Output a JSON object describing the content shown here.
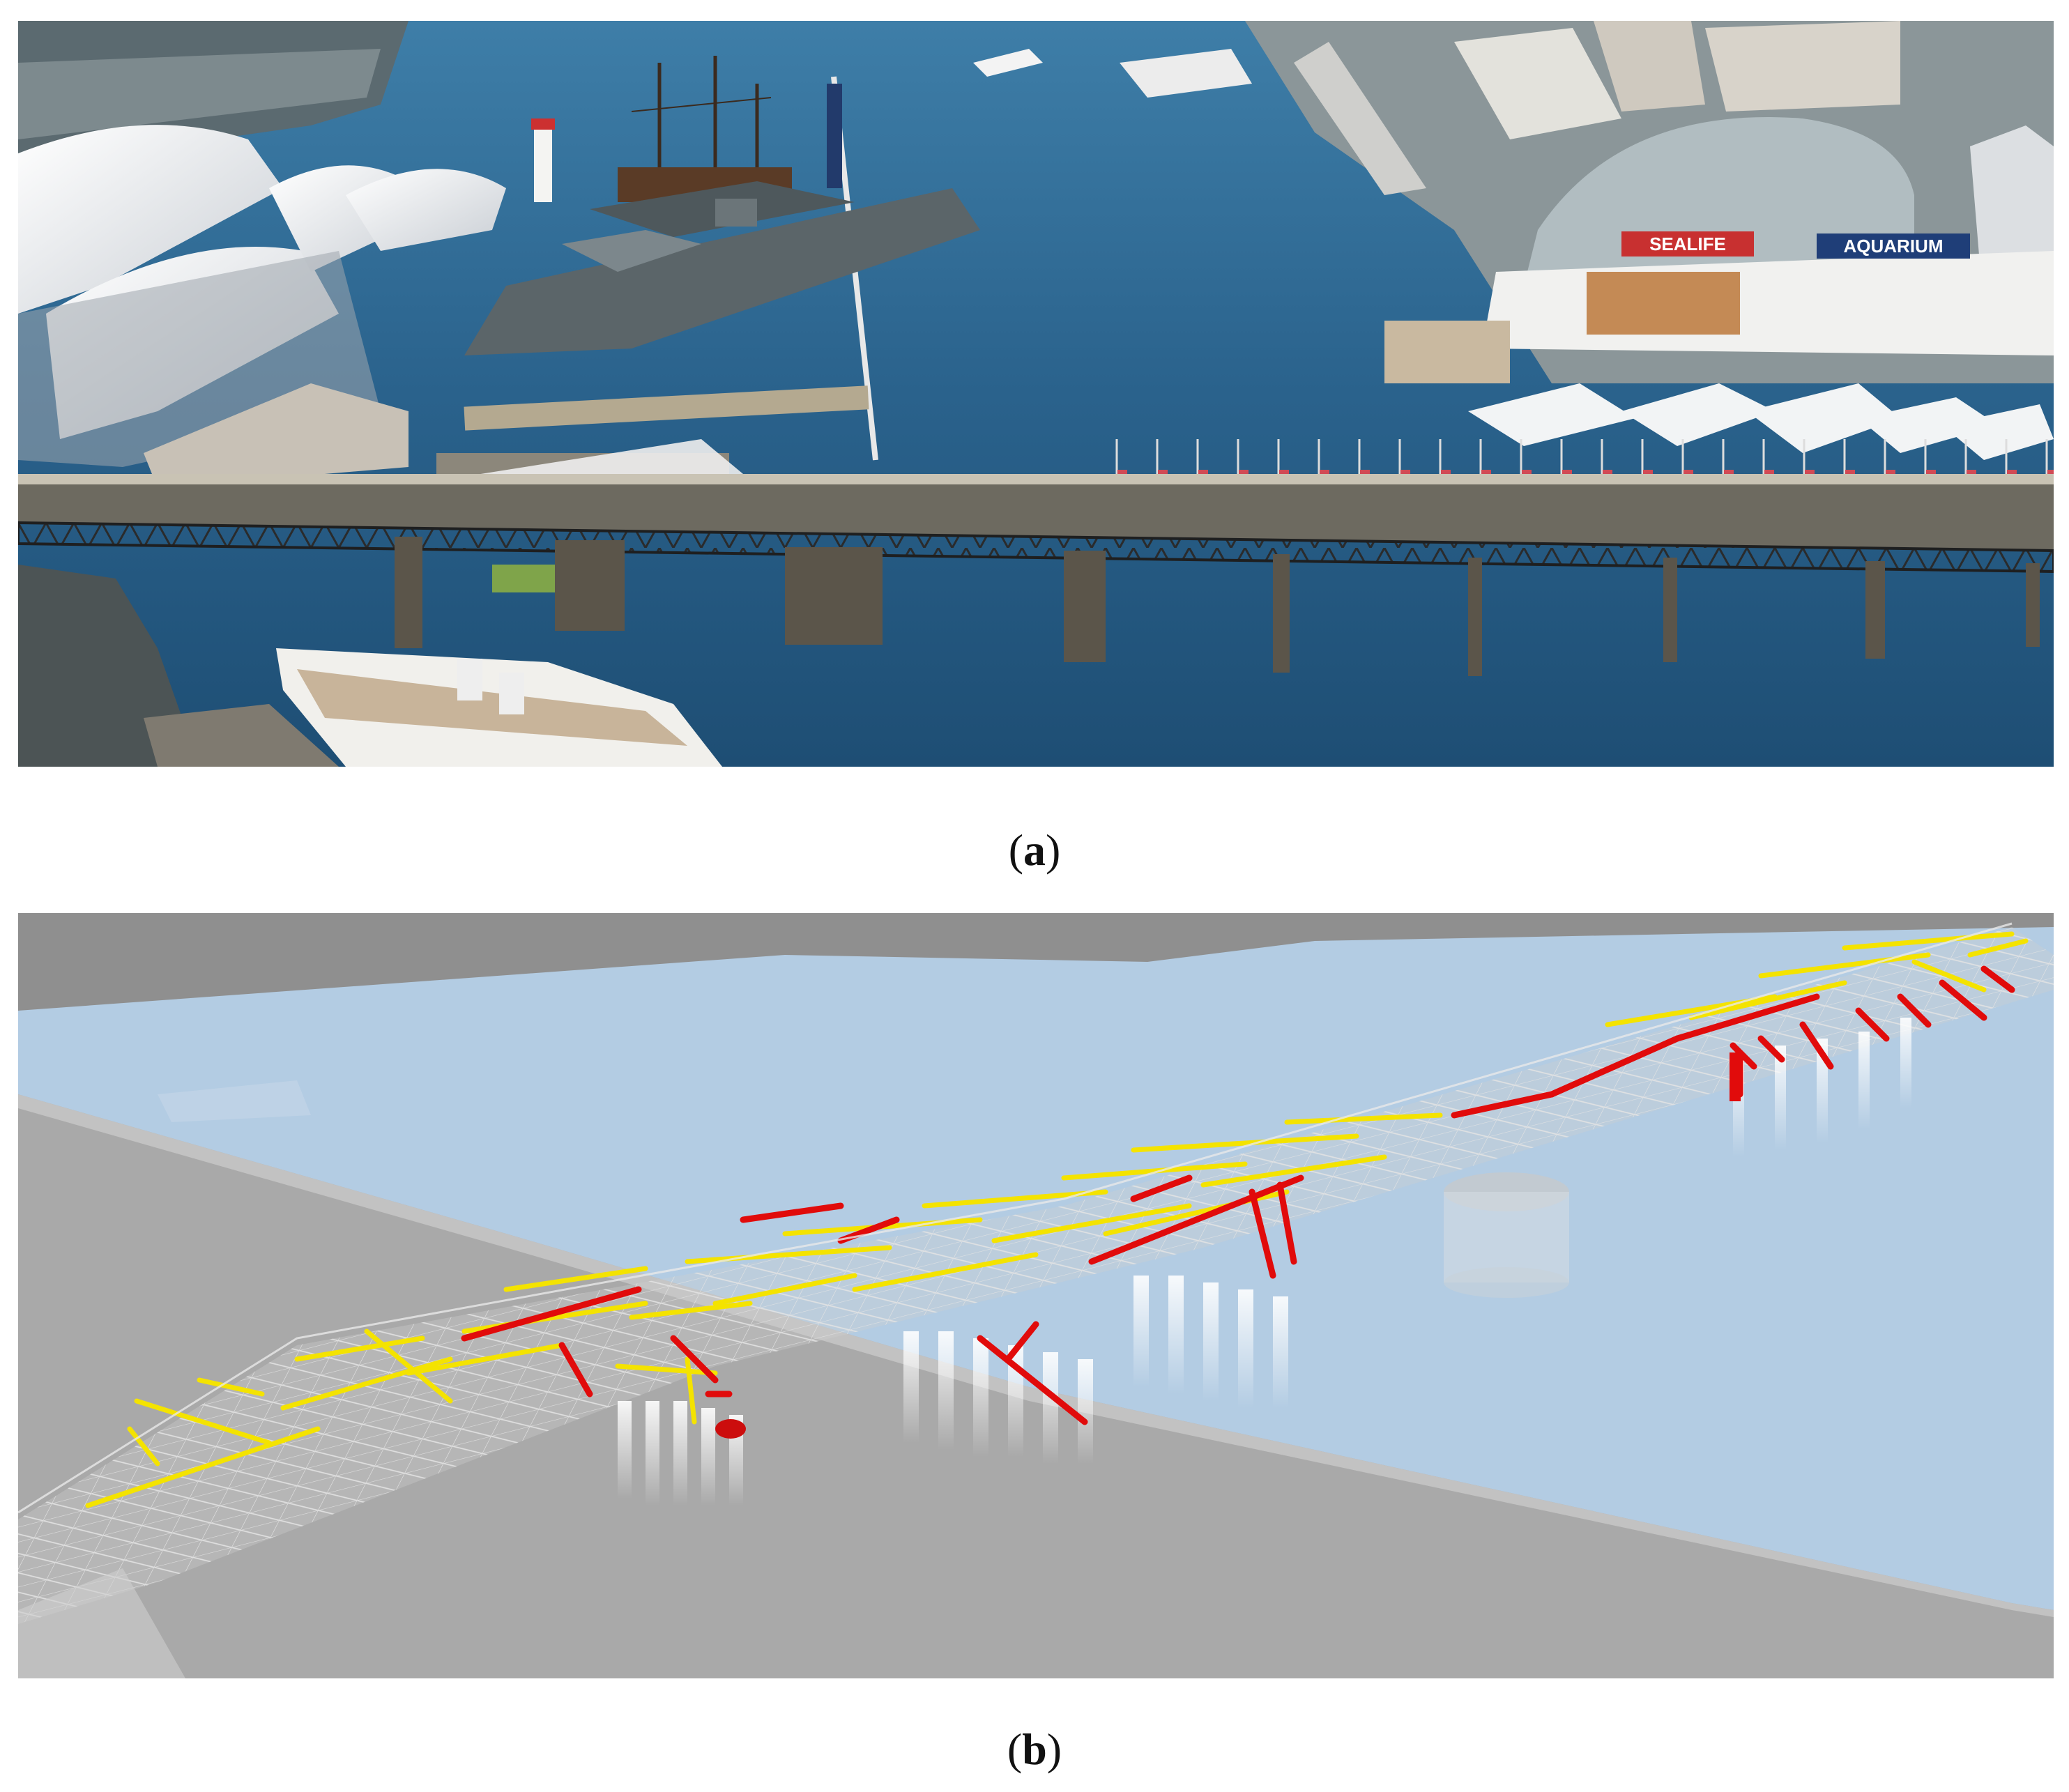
{
  "figure": {
    "panels": [
      {
        "id": "a",
        "caption_open": "(",
        "caption_letter": "a",
        "caption_close": ")"
      },
      {
        "id": "b",
        "caption_open": "(",
        "caption_letter": "b",
        "caption_close": ")"
      }
    ],
    "signs": {
      "left": "SEALIFE",
      "right": "AQUARIUM"
    },
    "colors": {
      "water_photo": "#2a5f86",
      "bridge_deck": "#6d6a60",
      "model_water": "#b3cce3",
      "model_ground": "#a9a9a9",
      "highlight_yellow": "#f4e300",
      "highlight_red": "#e10b0b"
    }
  }
}
